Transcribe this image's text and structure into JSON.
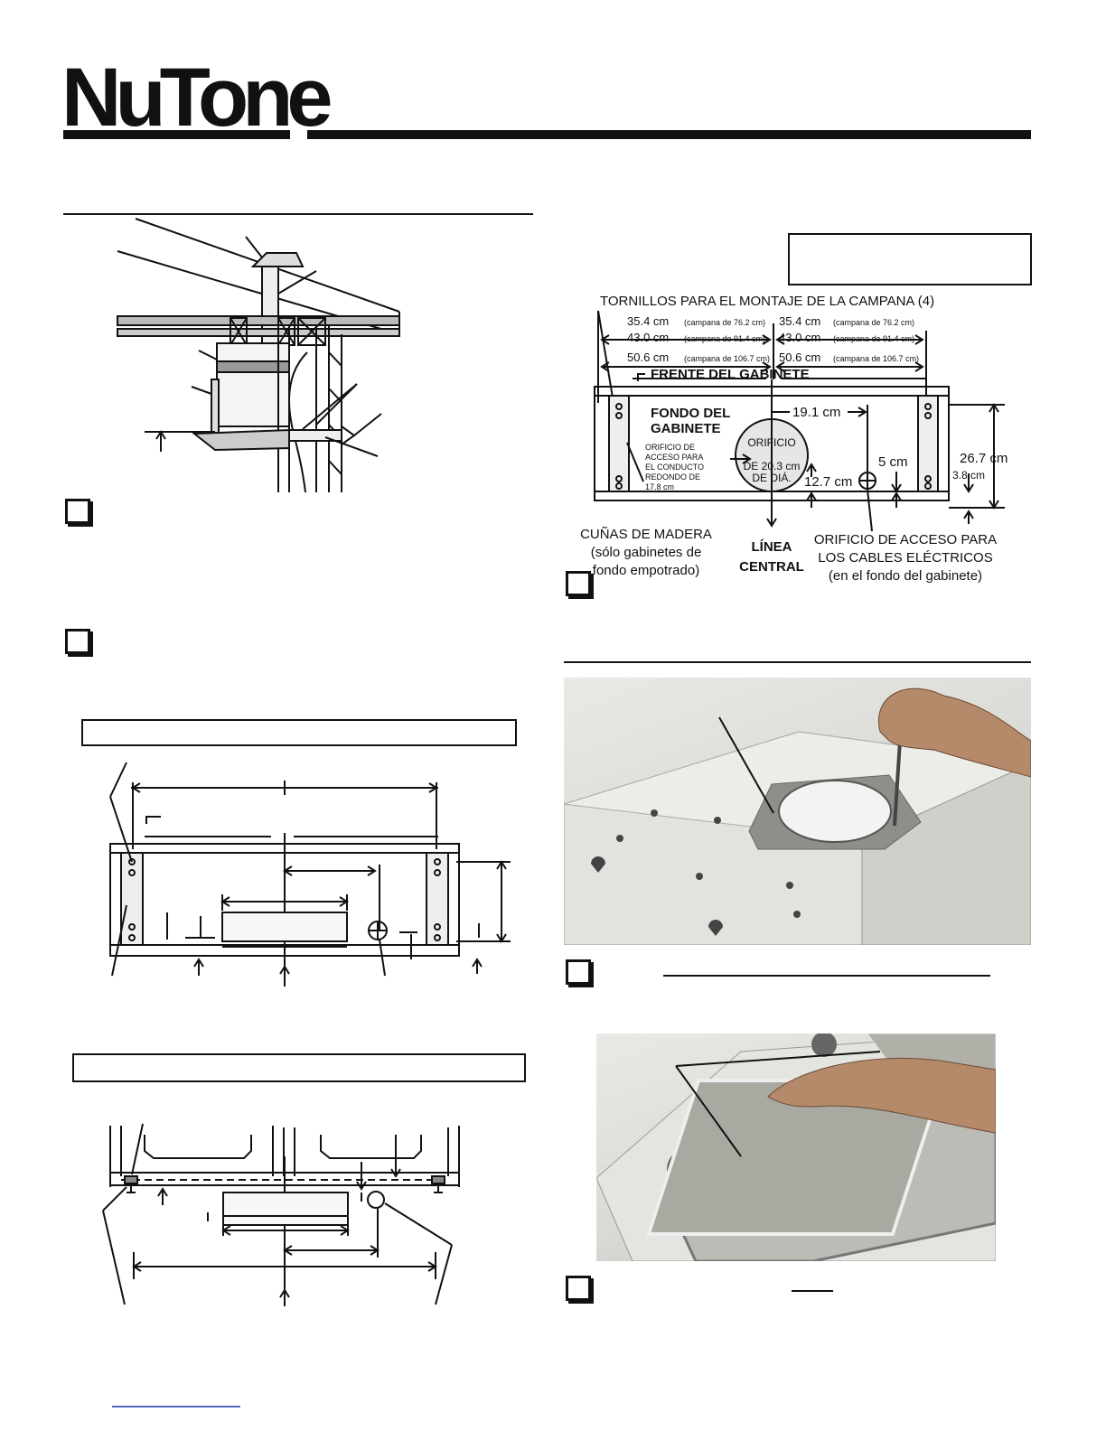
{
  "brand": {
    "logo_text": "NuTone"
  },
  "diagram_cabinet": {
    "screws_label": "TORNILLOS PARA EL MONTAJE DE LA CAMPANA (4)",
    "dims_left": [
      {
        "value": "35.4 cm",
        "note": "(campana de 76.2 cm)"
      },
      {
        "value": "43.0 cm",
        "note": "(campana de 91.4 cm)"
      },
      {
        "value": "50.6 cm",
        "note": "(campana de 106.7 cm)"
      }
    ],
    "dims_right": [
      {
        "value": "35.4 cm",
        "note": "(campana de 76.2 cm)"
      },
      {
        "value": "43.0 cm",
        "note": "(campana de 91.4 cm)"
      },
      {
        "value": "50.6 cm",
        "note": "(campana de 106.7 cm)"
      }
    ],
    "front_label": "FRENTE DEL GABINETE",
    "bottom_label_line1": "FONDO DEL",
    "bottom_label_line2": "GABINETE",
    "access_label": [
      "ORIFICIO DE",
      "ACCESO PARA",
      "EL CONDUCTO",
      "REDONDO DE",
      "17.8 cm"
    ],
    "hole_label": [
      "ORIFICIO",
      "DE 20.3 cm",
      "DE DIÁ."
    ],
    "dim_19": "19.1 cm",
    "dim_5": "5 cm",
    "dim_12": "12.7 cm",
    "dim_26": "26.7 cm",
    "dim_3": "3.8 cm",
    "wedges_label": [
      "CUÑAS DE MADERA",
      "(sólo gabinetes de",
      "fondo empotrado)"
    ],
    "centerline_label": [
      "LÍNEA",
      "CENTRAL"
    ],
    "wire_label": [
      "ORIFICIO DE ACCESO PARA",
      "LOS CABLES ELÉCTRICOS",
      "(en el fondo del gabinete)"
    ]
  }
}
